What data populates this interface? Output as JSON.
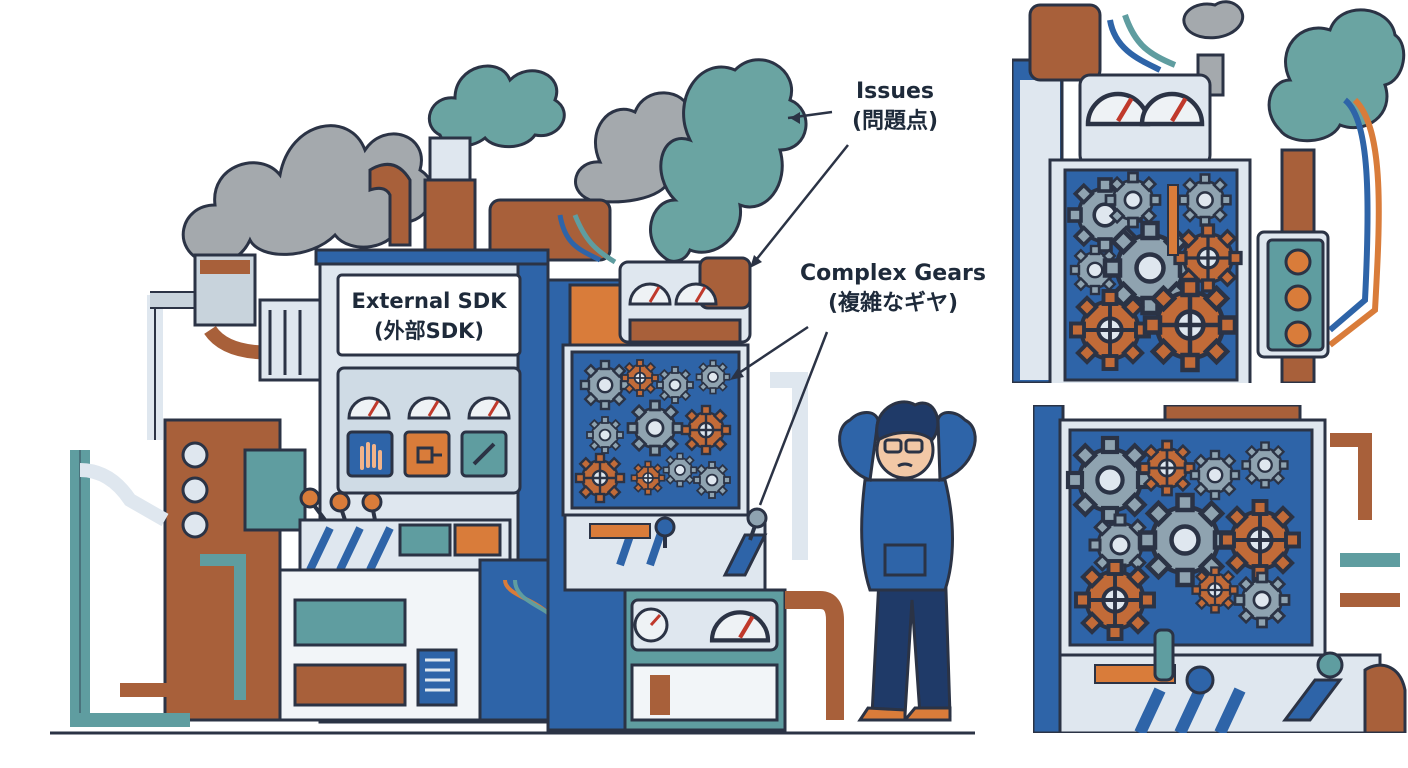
{
  "labels": {
    "sdk_en": "External SDK",
    "sdk_ja": "(外部SDK)",
    "issues_en": "Issues",
    "issues_ja": "(問題点)",
    "gears_en": "Complex Gears",
    "gears_ja": "(複雑なギヤ)"
  },
  "colors": {
    "outline": "#2b3345",
    "blue": "#2e64a8",
    "light": "#dfe7ef",
    "rust": "#a8603a",
    "orange": "#d97c3a",
    "teal": "#5f9da0",
    "smoke_gray": "#a4a9ad",
    "smoke_teal": "#6aa4a2"
  }
}
